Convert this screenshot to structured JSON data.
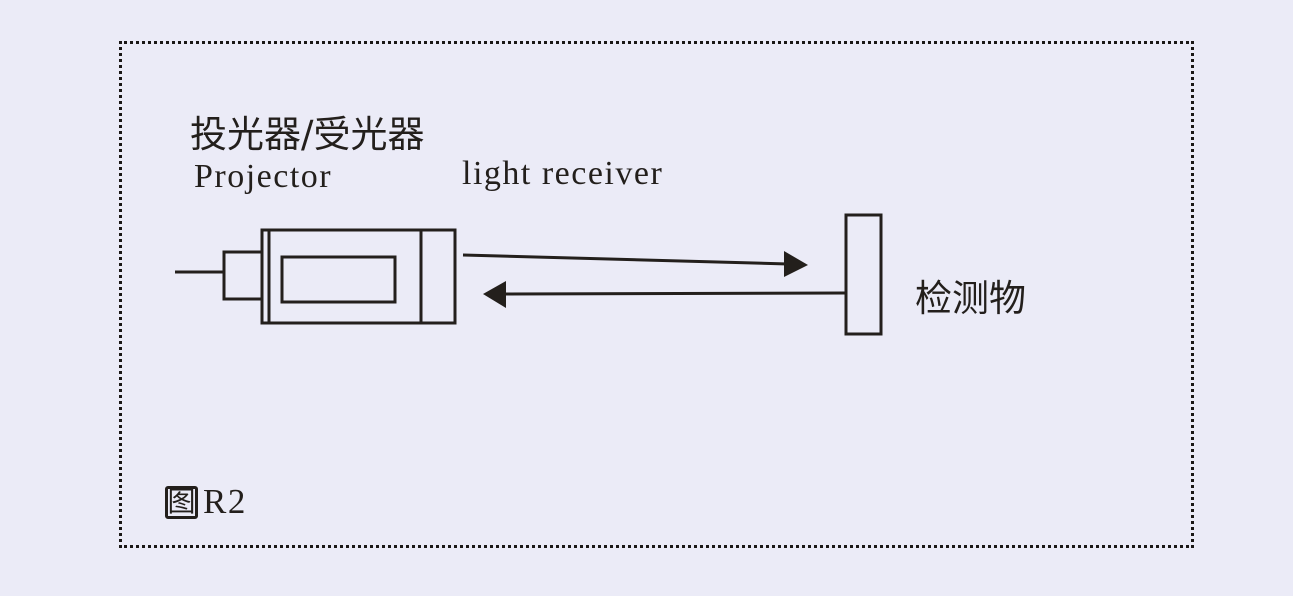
{
  "diagram": {
    "title_cn": "投光器/受光器",
    "label_projector": "Projector",
    "label_receiver": "light receiver",
    "label_object": "检测物",
    "figure_caption_icon": "图",
    "figure_caption": "R2",
    "arrows": [
      {
        "name": "emitted-light",
        "direction": "projector-to-object"
      },
      {
        "name": "reflected-light",
        "direction": "object-to-receiver"
      }
    ],
    "colors": {
      "background": "#ebebf7",
      "ink": "#231f1c"
    }
  }
}
